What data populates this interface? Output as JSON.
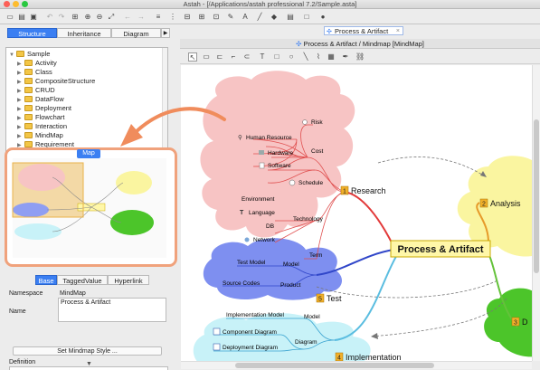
{
  "window": {
    "title": "Astah - [/Applications/astah professional 7.2/Sample.asta]"
  },
  "structure_tabs": [
    "Structure",
    "Inheritance",
    "Diagram"
  ],
  "tree": {
    "root": "Sample",
    "items": [
      "Activity",
      "Class",
      "CompositeStructure",
      "CRUD",
      "DataFlow",
      "Deployment",
      "Flowchart",
      "Interaction",
      "MindMap",
      "Requirement"
    ]
  },
  "map_panel": {
    "label": "Map"
  },
  "property_tabs": [
    "Base",
    "TaggedValue",
    "Hyperlink"
  ],
  "properties": {
    "namespace_label": "Namespace",
    "namespace_value": "MindMap",
    "name_label": "Name",
    "name_value": "Process & Artifact",
    "style_button": "Set Mindmap Style ...",
    "definition_label": "Definition"
  },
  "document_tab": {
    "label": "Process & Artifact"
  },
  "diagram_title": "Process & Artifact / Mindmap [MindMap]",
  "mindmap": {
    "central": "Process & Artifact",
    "topics": [
      {
        "num": "1",
        "label": "Research"
      },
      {
        "num": "2",
        "label": "Analysis"
      },
      {
        "num": "5",
        "label": "Test"
      },
      {
        "num": "4",
        "label": "Implementation"
      },
      {
        "num": "3",
        "label": "D"
      }
    ],
    "research_nodes": {
      "risk": "Risk",
      "cost": "Cost",
      "human_resource": "Human Resource",
      "hardware": "Hardware",
      "software": "Software",
      "schedule": "Schedule",
      "technology": "Technology",
      "environment": "Environment",
      "language": "Language",
      "db": "DB",
      "network": "Network",
      "term": "Term"
    },
    "test_nodes": {
      "test_model": "Test Model",
      "model": "Model",
      "source_codes": "Source Codes",
      "product": "Product"
    },
    "implementation_nodes": {
      "implementation_model": "Implementation Model",
      "model": "Model",
      "component_diagram": "Component Diagram",
      "diagram": "Diagram",
      "deployment_diagram": "Deployment Diagram"
    }
  },
  "colors": {
    "accent": "#3b7ff2",
    "research_cloud": "#f7c4c4",
    "research_branch": "#e23a3a",
    "analysis_cloud": "#faf5a0",
    "analysis_branch": "#e69a2a",
    "test_cloud": "#7e8ff0",
    "test_branch": "#3046c9",
    "implementation_cloud": "#c8f2f8",
    "implementation_branch": "#5abde0",
    "design_cloud": "#4cc52a",
    "central_fill": "#fff7a8",
    "annotation_arrow": "#f08c5c"
  }
}
